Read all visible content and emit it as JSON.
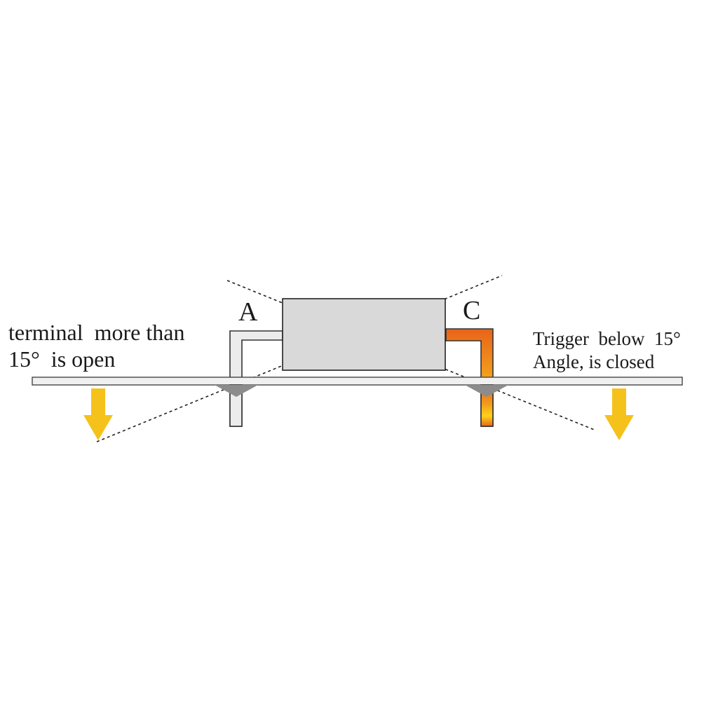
{
  "diagram": {
    "terminal_a_label": "A",
    "terminal_c_label": "C",
    "left_caption": {
      "line1": "terminal  more than",
      "line2": "15°  is open"
    },
    "right_caption": {
      "line1": "Trigger  below  15°",
      "line2": "Angle, is closed"
    },
    "colors": {
      "body_fill": "#d9d9d9",
      "board_fill": "#f0f0f0",
      "terminal_a": "#ececec",
      "terminal_c_top": "#e8641a",
      "terminal_c_bottom": "#ffd21a",
      "arrow": "#f5c21b",
      "solder": "#8c8c8c"
    }
  }
}
